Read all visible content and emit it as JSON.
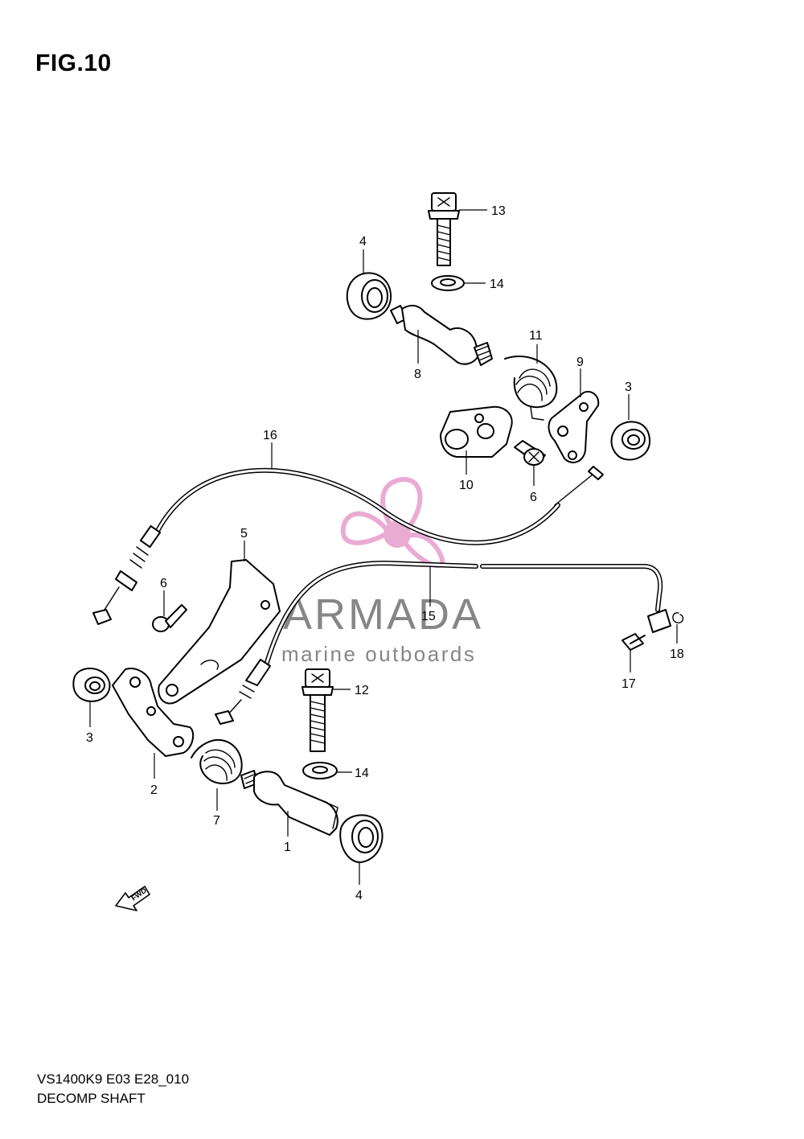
{
  "figure": {
    "title": "FIG.10"
  },
  "callouts": {
    "c1": "1",
    "c2": "2",
    "c3a": "3",
    "c3b": "3",
    "c4a": "4",
    "c4b": "4",
    "c5": "5",
    "c6a": "6",
    "c6b": "6",
    "c7": "7",
    "c8": "8",
    "c9": "9",
    "c10": "10",
    "c11": "11",
    "c12": "12",
    "c13": "13",
    "c14a": "14",
    "c14b": "14",
    "c15": "15",
    "c16": "16",
    "c17": "17",
    "c18": "18"
  },
  "watermark": {
    "brand": "ARMADA",
    "tagline": "marine outboards",
    "brand_color": "#e8a3cf",
    "text_color": "#7a7a7a"
  },
  "fwd_label": "FWD",
  "footer": {
    "code": "VS1400K9 E03 E28_010",
    "name": "DECOMP SHAFT"
  }
}
